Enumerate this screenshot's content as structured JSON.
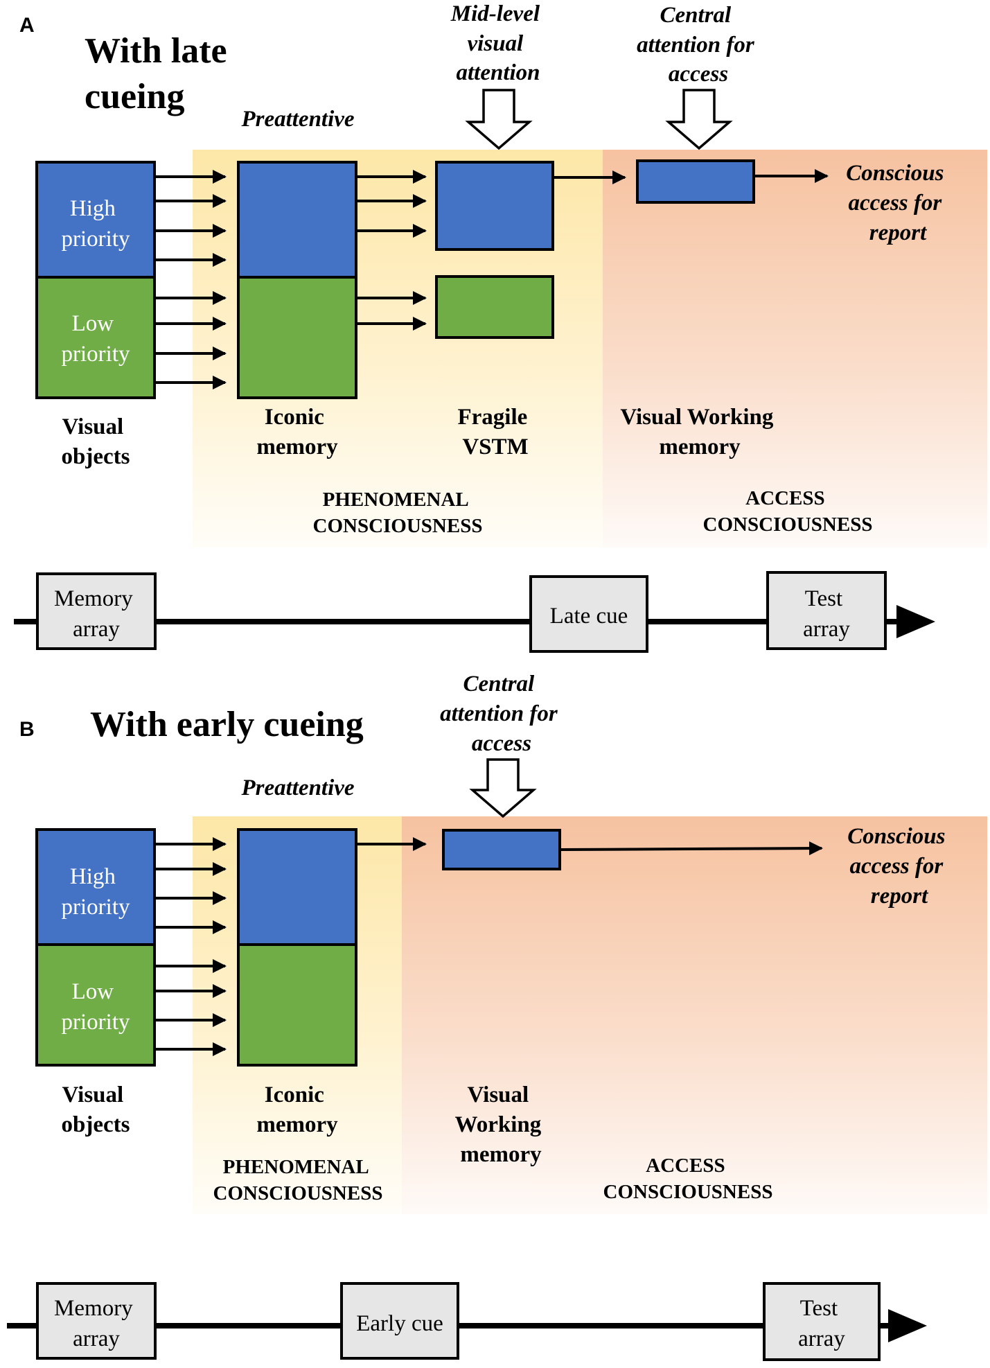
{
  "colors": {
    "high_priority": "#4472c4",
    "low_priority": "#70ad47",
    "phenomenal_zone": "#fde7a8",
    "access_zone": "#f6c2a0",
    "timeline_box": "#e7e6e6"
  },
  "panel_a": {
    "letter": "A",
    "heading": [
      "With late",
      "cueing"
    ],
    "preattentive": "Preattentive",
    "mid_level_attention": [
      "Mid-level",
      "visual",
      "attention"
    ],
    "central_attention": [
      "Central",
      "attention for",
      "access"
    ],
    "conscious_access": [
      "Conscious",
      "access for",
      "report"
    ],
    "high_priority": [
      "High",
      "priority"
    ],
    "low_priority": [
      "Low",
      "priority"
    ],
    "visual_objects": [
      "Visual",
      "objects"
    ],
    "iconic_memory": [
      "Iconic",
      "memory"
    ],
    "fragile_vstm": [
      "Fragile",
      "VSTM"
    ],
    "visual_working_memory": [
      "Visual Working",
      "memory"
    ],
    "phenomenal": [
      "PHENOMENAL",
      "CONSCIOUSNESS"
    ],
    "access": [
      "ACCESS",
      "CONSCIOUSNESS"
    ],
    "timeline": {
      "memory_array": [
        "Memory",
        "array"
      ],
      "cue": "Late cue",
      "test_array": [
        "Test",
        "array"
      ]
    }
  },
  "panel_b": {
    "letter": "B",
    "heading": "With early cueing",
    "preattentive": "Preattentive",
    "central_attention": [
      "Central",
      "attention for",
      "access"
    ],
    "conscious_access": [
      "Conscious",
      "access for",
      "report"
    ],
    "high_priority": [
      "High",
      "priority"
    ],
    "low_priority": [
      "Low",
      "priority"
    ],
    "visual_objects": [
      "Visual",
      "objects"
    ],
    "iconic_memory": [
      "Iconic",
      "memory"
    ],
    "visual_working_memory": [
      "Visual",
      "Working",
      "memory"
    ],
    "phenomenal": [
      "PHENOMENAL",
      "CONSCIOUSNESS"
    ],
    "access": [
      "ACCESS",
      "CONSCIOUSNESS"
    ],
    "timeline": {
      "memory_array": [
        "Memory",
        "array"
      ],
      "cue": "Early cue",
      "test_array": [
        "Test",
        "array"
      ]
    }
  }
}
